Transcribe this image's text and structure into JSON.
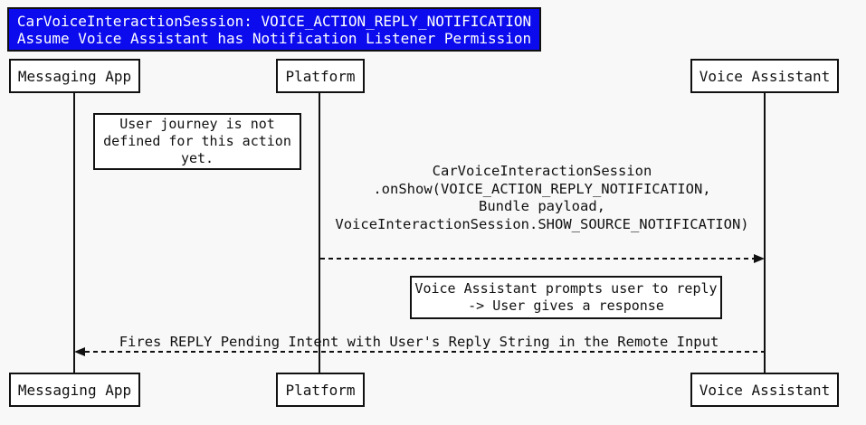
{
  "diagram": {
    "kind": "sequence-diagram",
    "title": {
      "lines": [
        "CarVoiceInteractionSession: VOICE_ACTION_REPLY_NOTIFICATION",
        "Assume Voice Assistant has Notification Listener Permission"
      ]
    },
    "participants": [
      {
        "label": "Messaging App"
      },
      {
        "label": "Platform"
      },
      {
        "label": "Voice Assistant"
      }
    ],
    "notes": [
      {
        "lines": [
          "User journey is not",
          "defined for this action",
          "yet."
        ]
      },
      {
        "lines": [
          "Voice Assistant prompts user to reply",
          "-> User gives a response"
        ]
      }
    ],
    "messages": [
      {
        "from": "Platform",
        "to": "Voice Assistant",
        "line_style": "dashed",
        "lines": [
          "CarVoiceInteractionSession",
          ".onShow(VOICE_ACTION_REPLY_NOTIFICATION,",
          "Bundle payload,",
          "VoiceInteractionSession.SHOW_SOURCE_NOTIFICATION)"
        ]
      },
      {
        "from": "Voice Assistant",
        "to": "Messaging App",
        "line_style": "dashed",
        "lines": [
          "Fires REPLY Pending Intent with User's Reply String in the Remote Input"
        ]
      }
    ],
    "colors": {
      "title_bg": "#0b0bee",
      "title_text": "#ffffff",
      "canvas_bg": "#f8f8f8",
      "line": "#111111",
      "box_bg": "#ffffff"
    }
  }
}
